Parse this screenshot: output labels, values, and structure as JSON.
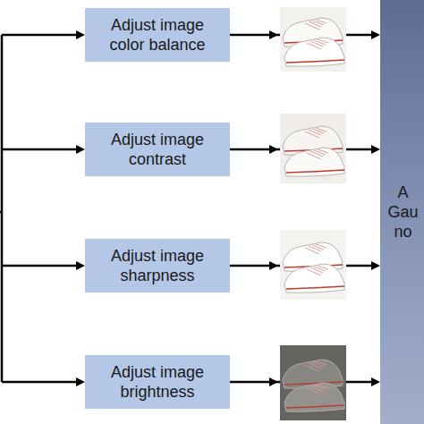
{
  "diagram": {
    "nodes": [
      {
        "text": [
          "Adjust image color balance"
        ]
      },
      {
        "text": [
          "Adjust image contrast"
        ]
      },
      {
        "text": [
          "Adjust image sharpness"
        ]
      },
      {
        "text": [
          "Adjust image brightness"
        ]
      },
      {
        "text": [
          "A Gau no"
        ]
      }
    ],
    "edges": [
      {
        "from": 0,
        "to": 4,
        "arrow": "to"
      },
      {
        "from": 1,
        "to": 4,
        "arrow": "to"
      },
      {
        "from": 2,
        "to": 4,
        "arrow": "to"
      },
      {
        "from": 3,
        "to": 4,
        "arrow": "to"
      }
    ]
  }
}
